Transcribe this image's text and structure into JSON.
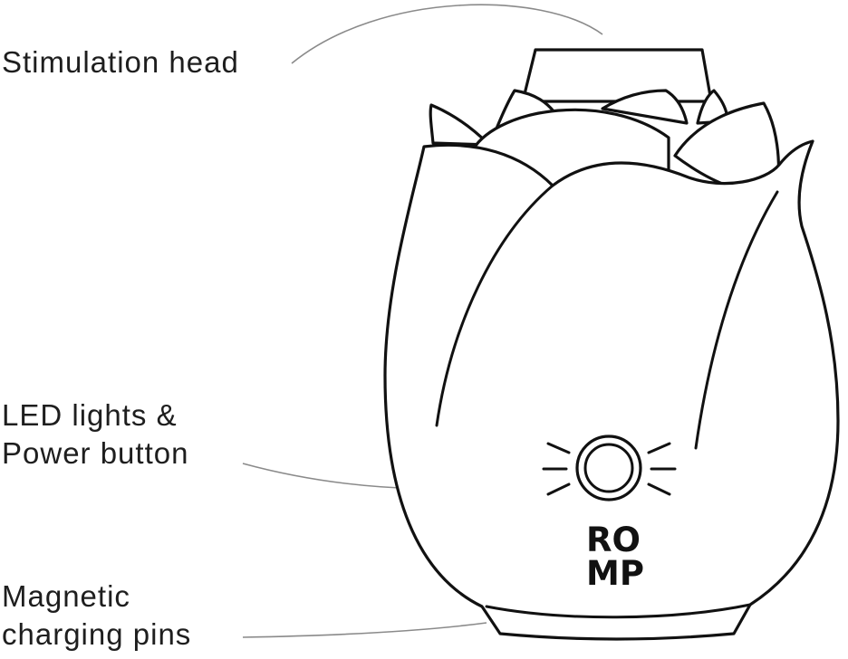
{
  "labels": {
    "stimulation_head": "Stimulation head",
    "led_line1": "LED lights &",
    "led_line2": "Power button",
    "magnetic_line1": "Magnetic",
    "magnetic_line2": "charging pins"
  },
  "brand": {
    "line1": "RO",
    "line2": "MP"
  },
  "colors": {
    "ink": "#111111",
    "leader_line": "#8a8a8a",
    "background": "#ffffff"
  },
  "icons": [
    "power-button-icon",
    "led-ray-icon"
  ]
}
